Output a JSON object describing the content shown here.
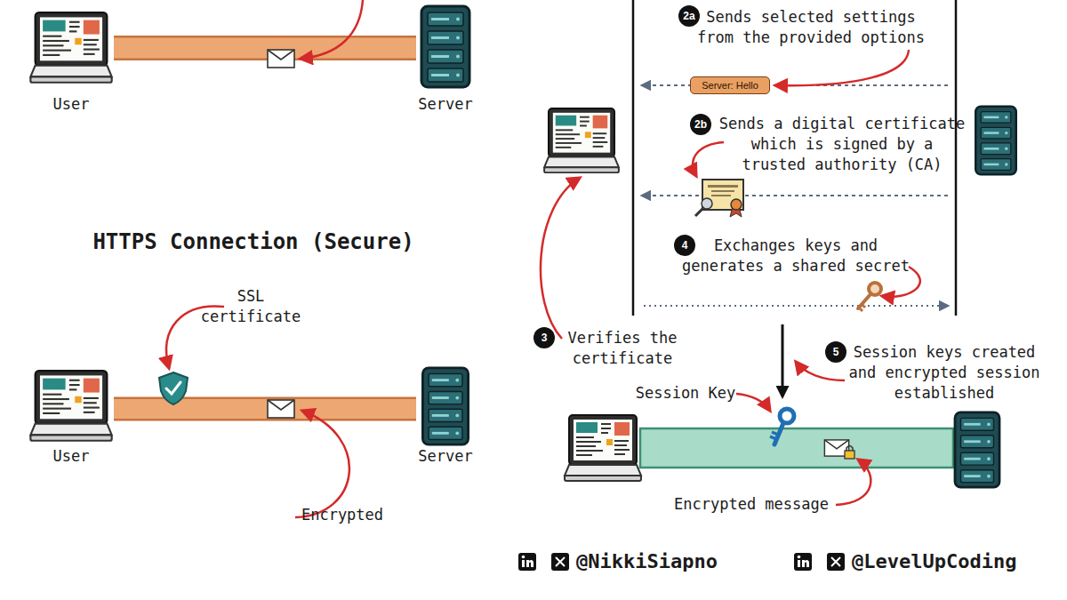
{
  "diagram": {
    "nodes": [
      {
        "text": [
          "User"
        ]
      },
      {
        "text": [
          "Server"
        ]
      },
      {
        "text": [
          "User"
        ]
      },
      {
        "text": [
          "Server"
        ]
      },
      {
        "text": [
          "2a"
        ]
      },
      {
        "text": [
          "Server: Hello"
        ]
      },
      {
        "text": [
          "2b"
        ]
      },
      {
        "text": [
          "3"
        ]
      },
      {
        "text": [
          "4"
        ]
      },
      {
        "text": [
          "5"
        ]
      }
    ],
    "edges": [
      {
        "from": 0,
        "to": 1,
        "arrow": "none"
      },
      {
        "from": 2,
        "to": 3,
        "arrow": "none"
      }
    ],
    "labels": [
      "HTTPS Connection (Secure)",
      "SSL certificate",
      "Encrypted",
      "Sends selected settings from the provided options",
      "Sends a digital certificate which is signed by a trusted authority (CA)",
      "Exchanges keys and generates a shared secret",
      "Verifies the certificate",
      "Session keys created and encrypted session established",
      "Session Key",
      "Encrypted message",
      "@NikkiSiapno",
      "@LevelUpCoding"
    ]
  }
}
